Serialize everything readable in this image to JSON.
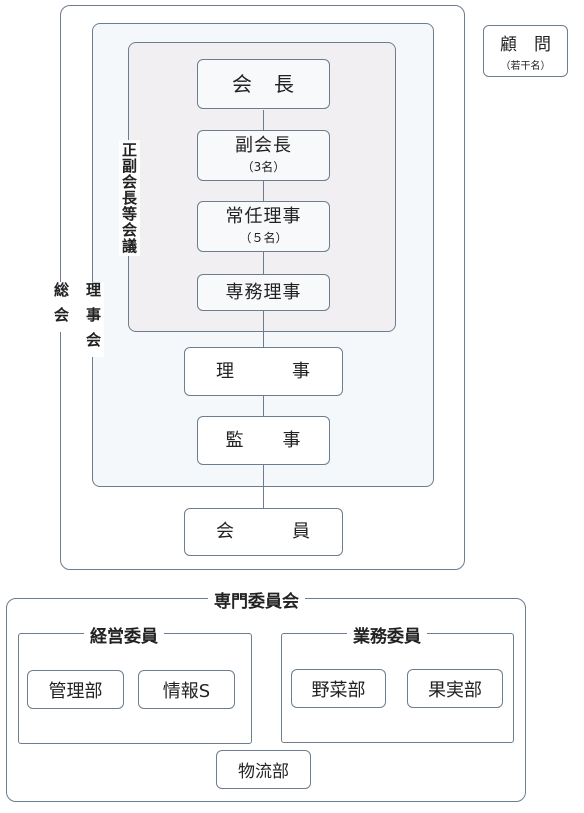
{
  "advisor": {
    "title": "顧　問",
    "note": "（若干名）"
  },
  "general_assembly": {
    "label": "総会"
  },
  "board": {
    "label": "理事会"
  },
  "exec_meeting": {
    "label": "正副会長等会議"
  },
  "positions": {
    "president": {
      "label": "会　長"
    },
    "vice_president": {
      "label": "副会長",
      "count": "（3名）"
    },
    "standing_director": {
      "label": "常任理事",
      "count": "（５名）"
    },
    "executive_director": {
      "label": "専務理事"
    },
    "director": {
      "label": "理　　　事"
    },
    "auditor": {
      "label": "監　　事"
    },
    "member": {
      "label": "会　　　員"
    }
  },
  "committee": {
    "title": "専門委員会",
    "management": {
      "title": "経営委員",
      "depts": [
        "管理部",
        "情報S"
      ]
    },
    "business": {
      "title": "業務委員",
      "depts": [
        "野菜部",
        "果実部"
      ]
    },
    "logistics": "物流部"
  }
}
